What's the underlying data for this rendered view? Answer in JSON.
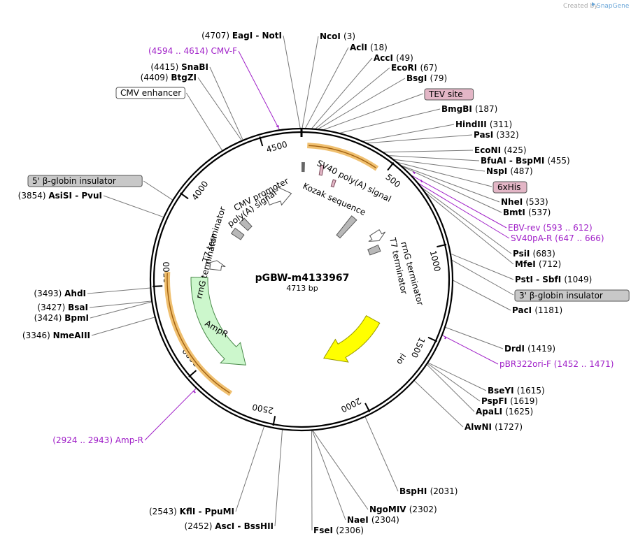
{
  "credit": {
    "prefix": "Created by",
    "brand": "SnapGene"
  },
  "plasmid": {
    "name": "pGBW-m4133967",
    "length_label": "4713 bp",
    "length": 4713
  },
  "colors": {
    "site_line": "#777777",
    "primer": "#a020c8",
    "box_pink": "#e3b6c6",
    "box_grey": "#c8c8c8",
    "ampr": "#ccf7cc",
    "ori": "#ffff00",
    "orf_glow": "#f0c070"
  },
  "ticks": [
    {
      "pos": 500,
      "label": "500"
    },
    {
      "pos": 1000,
      "label": "1000"
    },
    {
      "pos": 1500,
      "label": "1500"
    },
    {
      "pos": 2000,
      "label": "2000"
    },
    {
      "pos": 2500,
      "label": "2500"
    },
    {
      "pos": 3000,
      "label": "3000"
    },
    {
      "pos": 3500,
      "label": "3500"
    },
    {
      "pos": 4000,
      "label": "4000"
    },
    {
      "pos": 4500,
      "label": "4500"
    }
  ],
  "right_sites": [
    {
      "names": [
        "NcoI"
      ],
      "pos": "(3)",
      "bp": 3
    },
    {
      "names": [
        "AclI"
      ],
      "pos": "(18)",
      "bp": 18
    },
    {
      "names": [
        "AccI"
      ],
      "pos": "(49)",
      "bp": 49
    },
    {
      "names": [
        "EcoRI"
      ],
      "pos": "(67)",
      "bp": 67
    },
    {
      "names": [
        "BsgI"
      ],
      "pos": "(79)",
      "bp": 79
    },
    {
      "box": "TEV site",
      "style": "pink",
      "bp": 105
    },
    {
      "names": [
        "BmgBI"
      ],
      "pos": "(187)",
      "bp": 187
    },
    {
      "names": [
        "HindIII"
      ],
      "pos": "(311)",
      "bp": 311
    },
    {
      "names": [
        "PasI"
      ],
      "pos": "(332)",
      "bp": 332
    },
    {
      "names": [
        "EcoNI"
      ],
      "pos": "(425)",
      "bp": 425
    },
    {
      "names": [
        "BfuAI",
        "BspMI"
      ],
      "pos": "(455)",
      "bp": 455
    },
    {
      "names": [
        "NspI"
      ],
      "pos": "(487)",
      "bp": 487
    },
    {
      "box": "6xHis",
      "style": "pink",
      "bp": 510
    },
    {
      "names": [
        "NheI"
      ],
      "pos": "(533)",
      "bp": 533
    },
    {
      "names": [
        "BmtI"
      ],
      "pos": "(537)",
      "bp": 537
    },
    {
      "primer": "EBV-rev",
      "range": "(593 .. 612)",
      "bp": 602
    },
    {
      "primer": "SV40pA-R",
      "range": "(647 .. 666)",
      "bp": 656
    },
    {
      "names": [
        "PsiI"
      ],
      "pos": "(683)",
      "bp": 683
    },
    {
      "names": [
        "MfeI"
      ],
      "pos": "(712)",
      "bp": 712
    },
    {
      "names": [
        "PstI",
        "SbfI"
      ],
      "pos": "(1049)",
      "bp": 1049
    },
    {
      "box": "3' β-globin insulator",
      "style": "grey",
      "bp": 1080
    },
    {
      "names": [
        "PacI"
      ],
      "pos": "(1181)",
      "bp": 1181
    },
    {
      "names": [
        "DrdI"
      ],
      "pos": "(1419)",
      "bp": 1419
    },
    {
      "primer": "pBR322ori-F",
      "range": "(1452 .. 1471)",
      "bp": 1461
    },
    {
      "names": [
        "BseYI"
      ],
      "pos": "(1615)",
      "bp": 1615
    },
    {
      "names": [
        "PspFI"
      ],
      "pos": "(1619)",
      "bp": 1619
    },
    {
      "names": [
        "ApaLI"
      ],
      "pos": "(1625)",
      "bp": 1625
    },
    {
      "names": [
        "AlwNI"
      ],
      "pos": "(1727)",
      "bp": 1727
    },
    {
      "names": [
        "BspHI"
      ],
      "pos": "(2031)",
      "bp": 2031
    },
    {
      "names": [
        "NgoMIV"
      ],
      "pos": "(2302)",
      "bp": 2302
    },
    {
      "names": [
        "NaeI"
      ],
      "pos": "(2304)",
      "bp": 2304
    },
    {
      "names": [
        "FseI"
      ],
      "pos": "(2306)",
      "bp": 2306
    }
  ],
  "left_sites": [
    {
      "names": [
        "KflI",
        "PpuMI"
      ],
      "pos": "(2543)",
      "bp": 2543
    },
    {
      "names": [
        "AscI",
        "BssHII"
      ],
      "pos": "(2452)",
      "bp": 2452
    },
    {
      "primer": "Amp-R",
      "range": "(2924 .. 2943)",
      "bp": 2933
    },
    {
      "names": [
        "NmeAIII"
      ],
      "pos": "(3346)",
      "bp": 3346
    },
    {
      "names": [
        "BpmI"
      ],
      "pos": "(3424)",
      "bp": 3424
    },
    {
      "names": [
        "BsaI"
      ],
      "pos": "(3427)",
      "bp": 3427
    },
    {
      "names": [
        "AhdI"
      ],
      "pos": "(3493)",
      "bp": 3493
    },
    {
      "names": [
        "AsiSI",
        "PvuI"
      ],
      "pos": "(3854)",
      "bp": 3854
    },
    {
      "box": "5' β-globin insulator",
      "style": "grey",
      "bp": 3950
    },
    {
      "box": "CMV enhancer",
      "style": "white",
      "bp": 4300
    },
    {
      "names": [
        "BtgZI"
      ],
      "pos": "(4409)",
      "bp": 4409
    },
    {
      "names": [
        "SnaBI"
      ],
      "pos": "(4415)",
      "bp": 4415
    },
    {
      "primer": "CMV-F",
      "range": "(4594 .. 4614)",
      "bp": 4604
    },
    {
      "names": [
        "EagI",
        "NotI"
      ],
      "pos": "(4707)",
      "bp": 4707
    }
  ],
  "features": [
    {
      "label": "CMV promoter",
      "kind": "arrow-white",
      "start": 4410,
      "end": 4625,
      "dir": 1
    },
    {
      "label": "SV40 poly(A) signal",
      "kind": "orf",
      "start": 40,
      "end": 440,
      "dir": 1
    },
    {
      "label": "Kozak sequence",
      "kind": "small",
      "start": 0,
      "end": 10,
      "dir": 1
    },
    {
      "label": "poly(A) signal",
      "kind": "grey-box",
      "start": 4090,
      "end": 4150,
      "dir": 1
    },
    {
      "label": "T7 terminator",
      "kind": "grey-box",
      "start": 3970,
      "end": 4030,
      "dir": 1
    },
    {
      "label": "rrnG terminator",
      "kind": "arrow-white",
      "start": 3620,
      "end": 3700,
      "dir": 1
    },
    {
      "label": "AmpR",
      "kind": "arrow-green",
      "start": 2790,
      "end": 3550,
      "dir": -1
    },
    {
      "label": "ori",
      "kind": "arrow-yellow",
      "start": 1560,
      "end": 2150,
      "dir": 1
    },
    {
      "label": "rrnG terminator",
      "kind": "arrow-white",
      "start": 750,
      "end": 830,
      "dir": 1
    },
    {
      "label": "T7 terminator",
      "kind": "grey-box",
      "start": 860,
      "end": 920,
      "dir": 1
    }
  ],
  "orf_highlights": [
    {
      "start": 40,
      "end": 440
    },
    {
      "start": 2780,
      "end": 3570
    }
  ]
}
